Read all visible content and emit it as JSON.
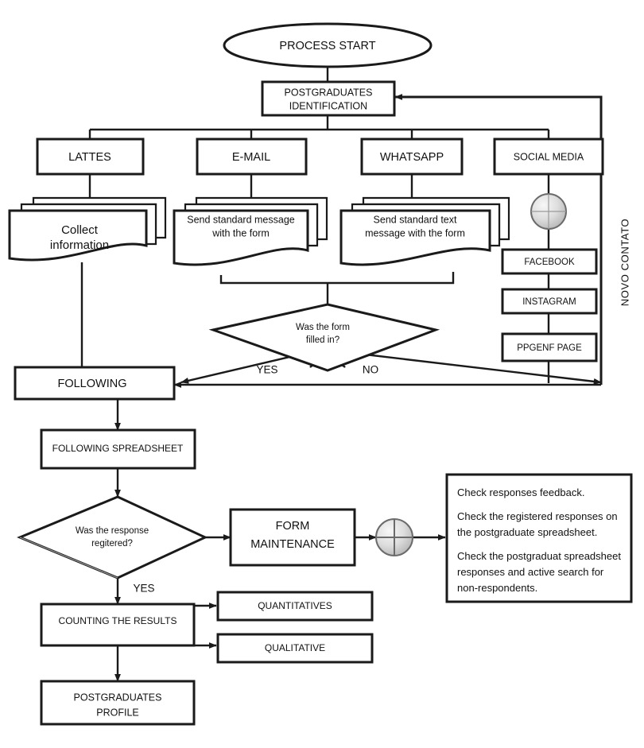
{
  "diagram": {
    "title_vertical": "NOVO CONTATO",
    "start": {
      "label": "PROCESS START"
    },
    "identification": {
      "label_line1": "POSTGRADUATES",
      "label_line2": "IDENTIFICATION"
    },
    "channels": [
      {
        "label": "LATTES"
      },
      {
        "label": "E-MAIL"
      },
      {
        "label": "WHATSAPP"
      },
      {
        "label": "SOCIAL MEDIA"
      }
    ],
    "documents": [
      {
        "line1": "Collect",
        "line2": "information"
      },
      {
        "line1": "Send standard message",
        "line2": "with the form"
      },
      {
        "line1": "Send standard text",
        "line2": "message with the form"
      }
    ],
    "social_pages": [
      {
        "label": "FACEBOOK"
      },
      {
        "label": "INSTAGRAM"
      },
      {
        "label": "PPGENF PAGE"
      }
    ],
    "decision_form": {
      "line1": "Was the form",
      "line2": "filled in?",
      "yes_label": "YES",
      "no_label": "NO"
    },
    "following": {
      "label": "FOLLOWING"
    },
    "following_spreadsheet": {
      "label": "FOLLOWING SPREADSHEET"
    },
    "decision_response": {
      "line1": "Was the response",
      "line2": "regitered?",
      "yes_label": "YES"
    },
    "form_maintenance": {
      "line1": "FORM",
      "line2": "MAINTENANCE"
    },
    "note": {
      "lines": [
        "Check responses feedback.",
        "Check the registered responses on",
        "the postgraduate spreadsheet.",
        "Check the postgraduat spreadsheet",
        "responses and active search for",
        "non-respondents."
      ],
      "p1": "Check responses feedback.",
      "p2a": "Check the registered responses on",
      "p2b": "the postgraduate spreadsheet.",
      "p3a": "Check the postgraduat spreadsheet",
      "p3b": "responses and active search for",
      "p3c": "non-respondents."
    },
    "counting": {
      "label": "COUNTING THE RESULTS"
    },
    "results": [
      {
        "label": "QUANTITATIVES"
      },
      {
        "label": "QUALITATIVE"
      }
    ],
    "profile": {
      "line1": "POSTGRADUATES",
      "line2": "PROFILE"
    },
    "connectors": [
      {
        "name": "or-connector-social"
      },
      {
        "name": "or-connector-maintenance"
      }
    ],
    "colors": {
      "stroke": "#1a1a1a",
      "fill": "#ffffff",
      "connector_light": "#f2f2f2",
      "connector_dark": "#9e9e9e",
      "faint_line": "#9a9a9a"
    }
  }
}
